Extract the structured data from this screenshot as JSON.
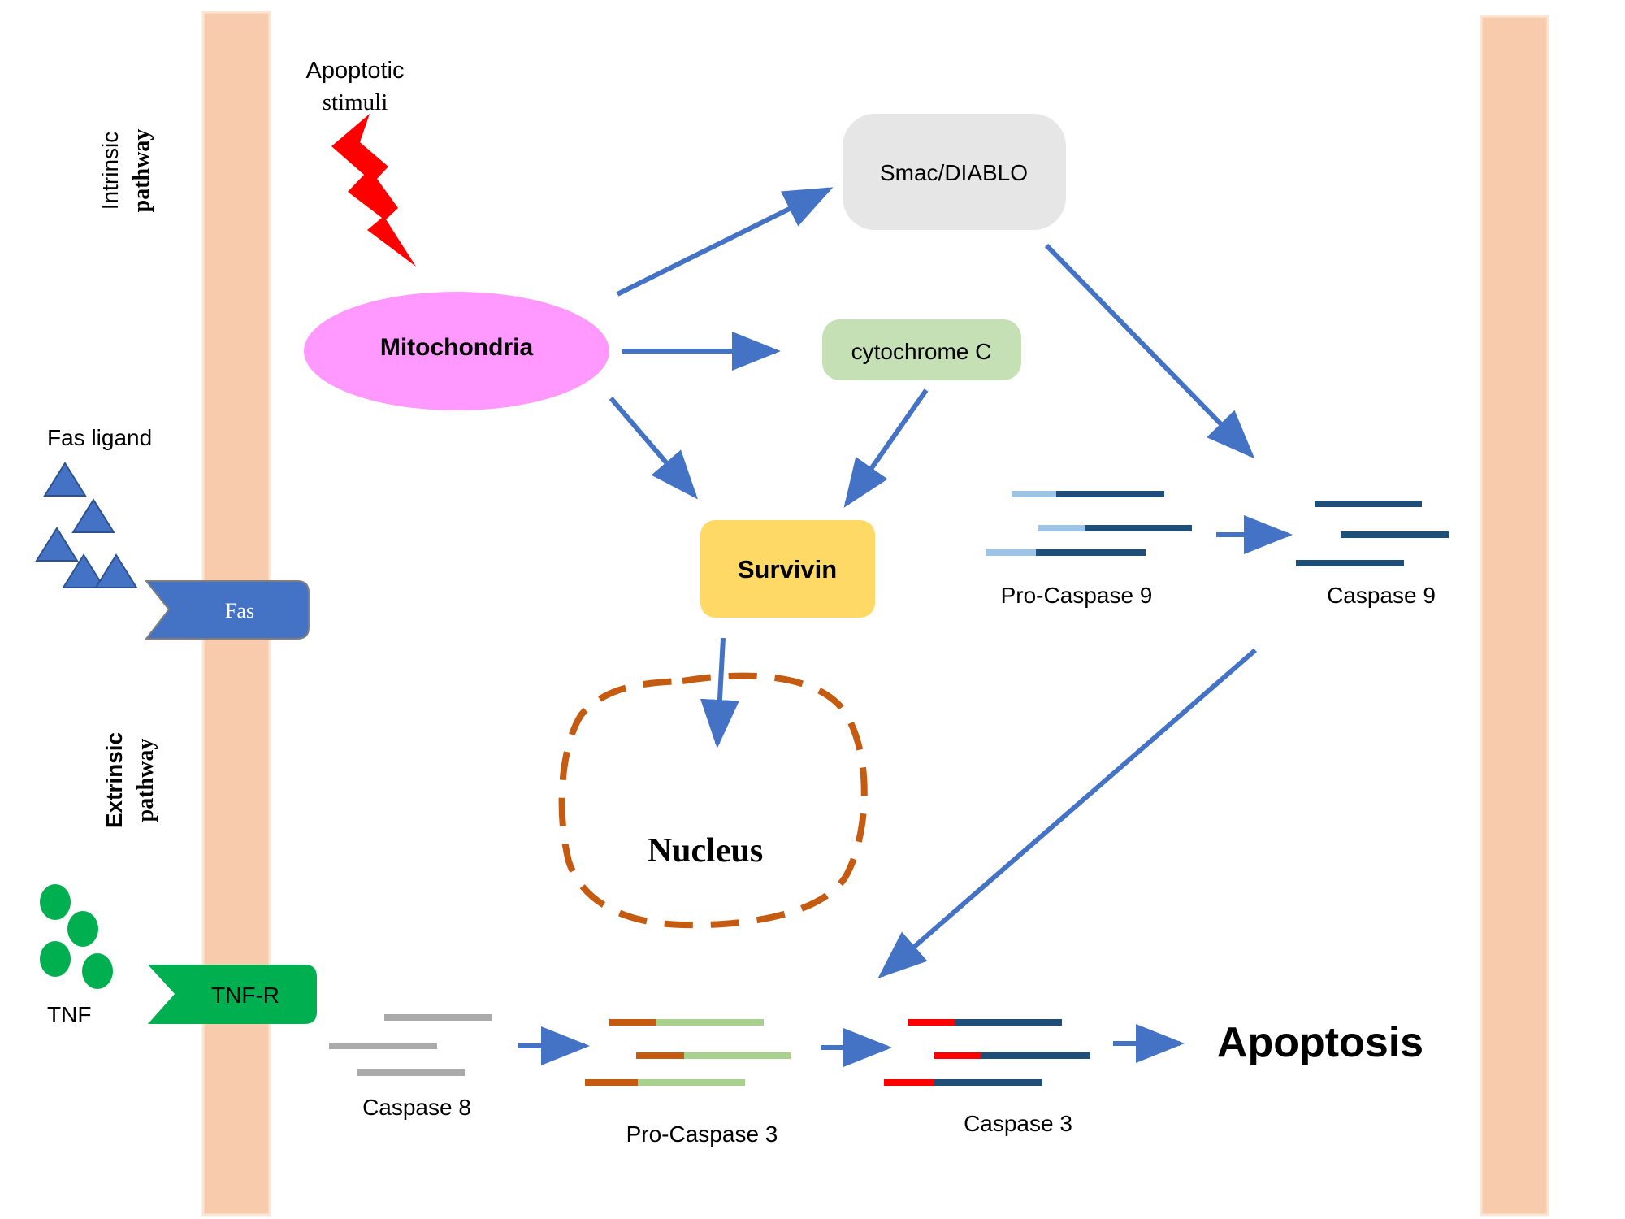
{
  "labels": {
    "apoptotic_stimuli_line1": "Apoptotic",
    "apoptotic_stimuli_line2": "stimuli",
    "intrinsic_line1": "Intrinsic",
    "intrinsic_line2": "pathway",
    "extrinsic_line1": "Extrinsic",
    "extrinsic_line2": "pathway",
    "fas_ligand": "Fas ligand",
    "fas": "Fas",
    "tnf": "TNF",
    "tnf_r": "TNF-R",
    "mitochondria": "Mitochondria",
    "smac": "Smac/DIABLO",
    "cytochrome": "cytochrome C",
    "survivin": "Survivin",
    "nucleus": "Nucleus",
    "pro_caspase9": "Pro-Caspase 9",
    "caspase9": "Caspase 9",
    "caspase8": "Caspase 8",
    "pro_caspase3": "Pro-Caspase 3",
    "caspase3": "Caspase 3",
    "apoptosis": "Apoptosis"
  },
  "colors": {
    "membrane": "#f8cbad",
    "arrow": "#4472c4",
    "mitochondria": "#ff99ff",
    "smac": "#e7e6e6",
    "cytochrome": "#c5e0b4",
    "survivin": "#ffd966",
    "nucleus_border": "#c55a11",
    "fas_receptor": "#4472c4",
    "tnf_receptor": "#00b050",
    "lightning": "#ff0000",
    "caspase_dark": "#1f4e79",
    "caspase_light": "#9dc3e6",
    "caspase8": "#aaaaaa",
    "pro_caspase3_orange": "#c55a11",
    "pro_caspase3_green": "#a9d18e",
    "caspase3_red": "#ff0000"
  }
}
